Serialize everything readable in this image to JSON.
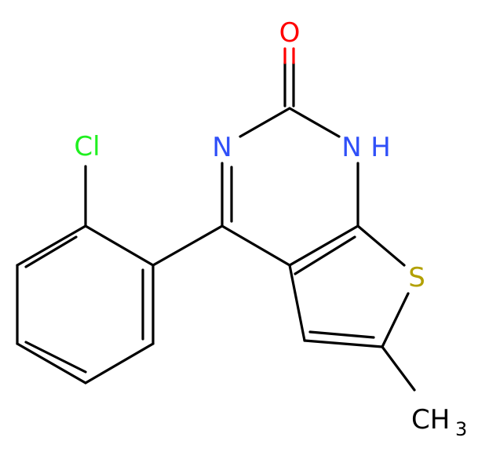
{
  "atom_labels": {
    "oxygen": "O",
    "nitrogen": "N",
    "nh_hydrogen": "H",
    "sulfur": "S",
    "chlorine": "Cl",
    "methyl": "CH",
    "methyl_subscript": "3"
  },
  "colors": {
    "bond": "#000000",
    "oxygen": "#ff0000",
    "nitrogen": "#3050f8",
    "sulfur": "#b2a000",
    "chlorine": "#1ff01f",
    "carbon_label": "#000000"
  }
}
